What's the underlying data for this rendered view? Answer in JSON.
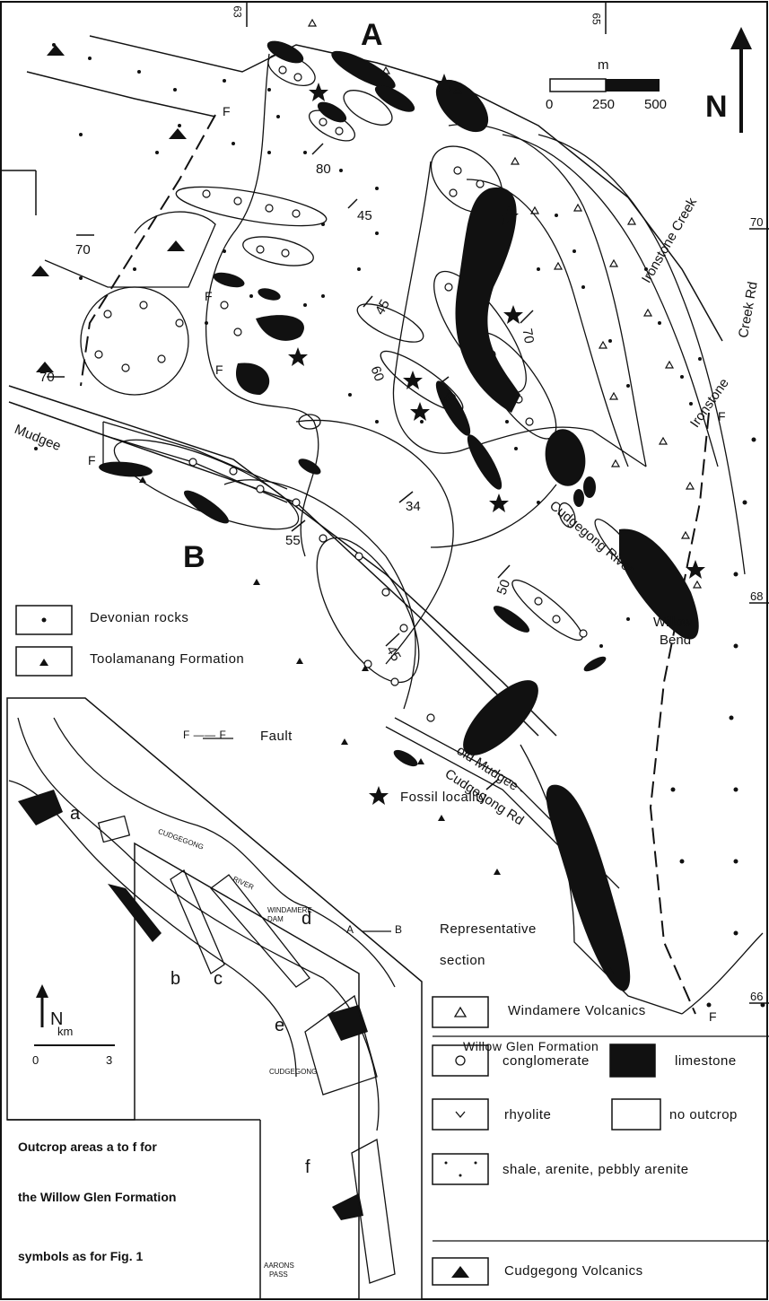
{
  "section_ends": {
    "a": "A",
    "b": "B"
  },
  "north": "N",
  "scale_bar": {
    "unit": "m",
    "ticks": [
      "0",
      "250",
      "500"
    ]
  },
  "grid_numbers": [
    "63",
    "65",
    "70",
    "68",
    "66"
  ],
  "dips": [
    "80",
    "45",
    "70",
    "45",
    "70",
    "70",
    "70",
    "60",
    "34",
    "55",
    "50",
    "45"
  ],
  "fault_marks": [
    "F",
    "F",
    "F",
    "F",
    "F",
    "F"
  ],
  "place_names": {
    "mudgee": "Mudgee",
    "ironstone_creek": "Ironstone Creek",
    "ironstone_creek_rd_1": "Creek Rd",
    "ironstone_creek_rd_2": "Ironstone",
    "cudgegong_river": "Cudgegong River",
    "willow_bend_1": "Willow",
    "willow_bend_2": "Bend",
    "old_road_1": "old Mudgee -",
    "old_road_2": "Cudgegong Rd"
  },
  "legend": {
    "devonian": "Devonian rocks",
    "toolamanang": "Toolamanang Formation",
    "fault_sym": "F —— F",
    "fault": "Fault",
    "fossil": "Fossil locality",
    "section_sym_a": "A",
    "section_sym_b": "B",
    "section_1": "Representative",
    "section_2": "section",
    "windamere": "Windamere Volcanics",
    "willow_glen": "Willow Glen Formation",
    "conglomerate": "conglomerate",
    "limestone": "limestone",
    "rhyolite": "rhyolite",
    "no_outcrop": "no outcrop",
    "shale": "shale, arenite, pebbly arenite",
    "cudgegong_volc": "Cudgegong Volcanics"
  },
  "inset": {
    "labels": {
      "a": "a",
      "b": "b",
      "c": "c",
      "d": "d",
      "e": "e",
      "f": "f",
      "cudgegong_upper": "CUDGEGONG",
      "river": "RIVER",
      "windamere_dam_1": "WINDAMERE",
      "windamere_dam_2": "DAM",
      "cudgegong_town": "CUDGEGONG",
      "aarons_1": "AARONS",
      "aarons_2": "PASS"
    },
    "north": "N",
    "scale": {
      "unit": "km",
      "ticks": [
        "0",
        "3"
      ]
    },
    "caption": [
      "Outcrop areas a to f for",
      "the Willow Glen Formation",
      "symbols as for Fig. 1"
    ]
  }
}
